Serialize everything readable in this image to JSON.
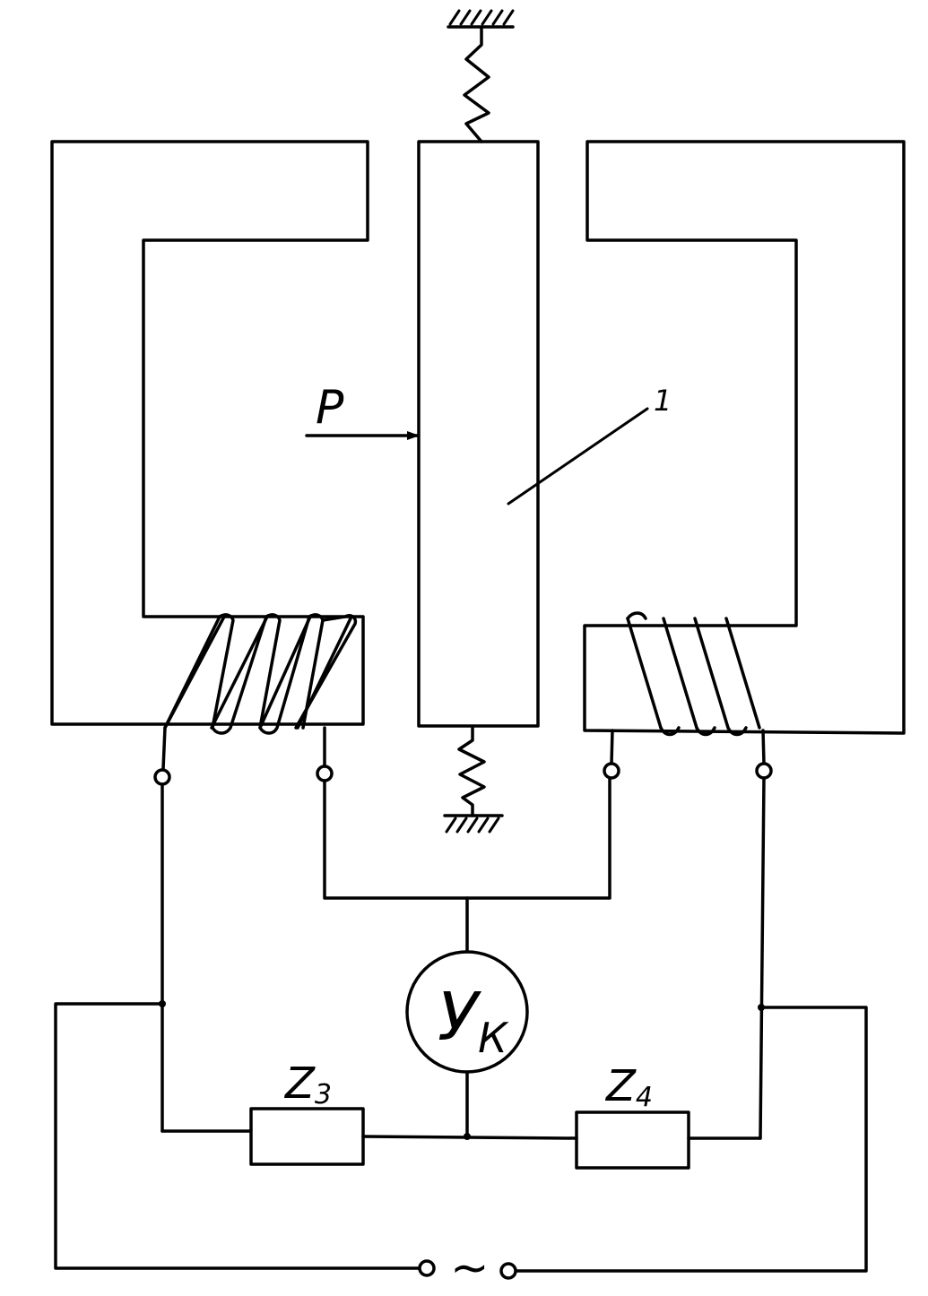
{
  "labels": {
    "force": "P",
    "part_number": "1",
    "indicator_main": "У",
    "indicator_sub": "К",
    "z3_main": "Z",
    "z3_sub": "3",
    "z4_main": "Z",
    "z4_sub": "4",
    "ac_source": "~"
  }
}
